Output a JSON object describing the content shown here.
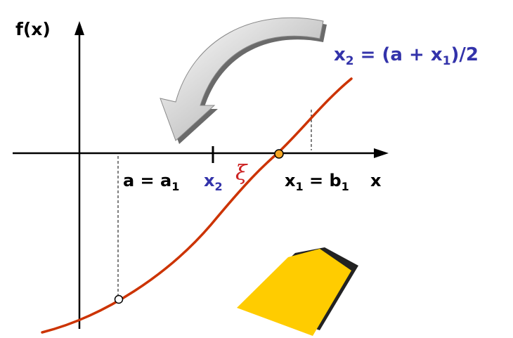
{
  "labels": {
    "y_axis": "f(x)",
    "x_axis": "x",
    "formula_lhs_base": "x",
    "formula_lhs_sub": "2",
    "formula_eq_open": " = (a + x",
    "formula_sub": "1",
    "formula_close": ")/2",
    "a_label_base": "a = a",
    "a_label_sub": "1",
    "x2_label_base": "x",
    "x2_label_sub": "2",
    "xi_label": "ξ",
    "x1_label_base": "x",
    "x1_label_sub": "1",
    "x1_label_mid": " = b",
    "b1_label_sub": "1"
  },
  "colors": {
    "curve": "#cc3300",
    "blue_text": "#3333aa",
    "xi_text": "#cc2222",
    "root_marker": "#f5a623",
    "arrow_fill": "#bdbdbd",
    "pointer_fill": "#ffcc00",
    "axis": "#000000"
  },
  "icons": {
    "curved_arrow": "curved-arrow-icon",
    "pointer": "pointer-icon"
  }
}
